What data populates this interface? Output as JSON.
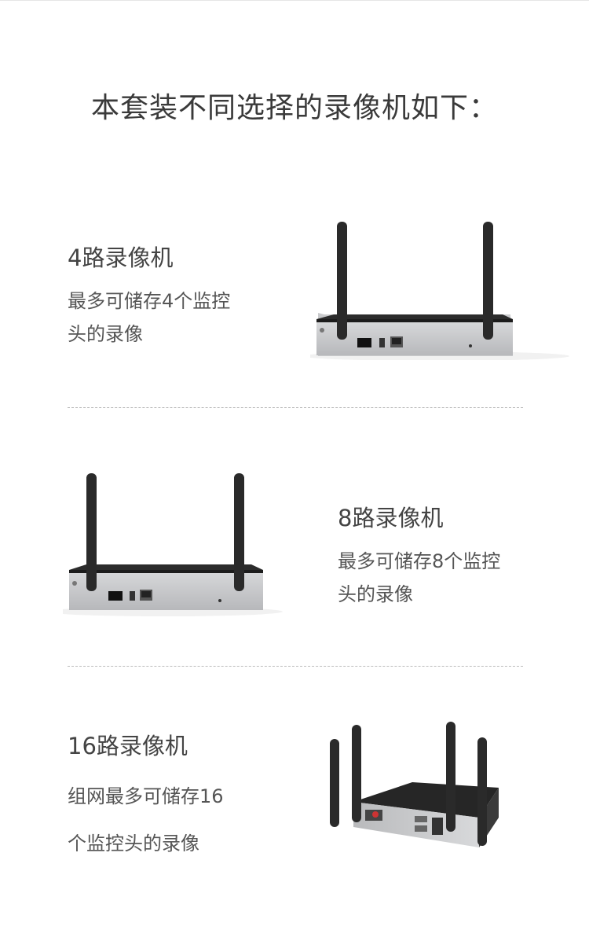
{
  "page": {
    "title": "本套装不同选择的录像机如下："
  },
  "products": [
    {
      "title": "4路录像机",
      "desc_line1": "最多可储存4个监控",
      "desc_line2": "头的录像",
      "image_icon": "nvr-2-antenna-icon"
    },
    {
      "title": "8路录像机",
      "desc_line1": "最多可储存8个监控",
      "desc_line2": "头的录像",
      "image_icon": "nvr-2-antenna-icon"
    },
    {
      "title": "16路录像机",
      "desc_line1": "组网最多可储存16",
      "desc_line2": "个监控头的录像",
      "image_icon": "nvr-4-antenna-icon"
    }
  ],
  "colors": {
    "text": "#333333",
    "divider": "#bbbbbb",
    "device_body": "#c9cacc",
    "device_top": "#2b2b2b"
  }
}
